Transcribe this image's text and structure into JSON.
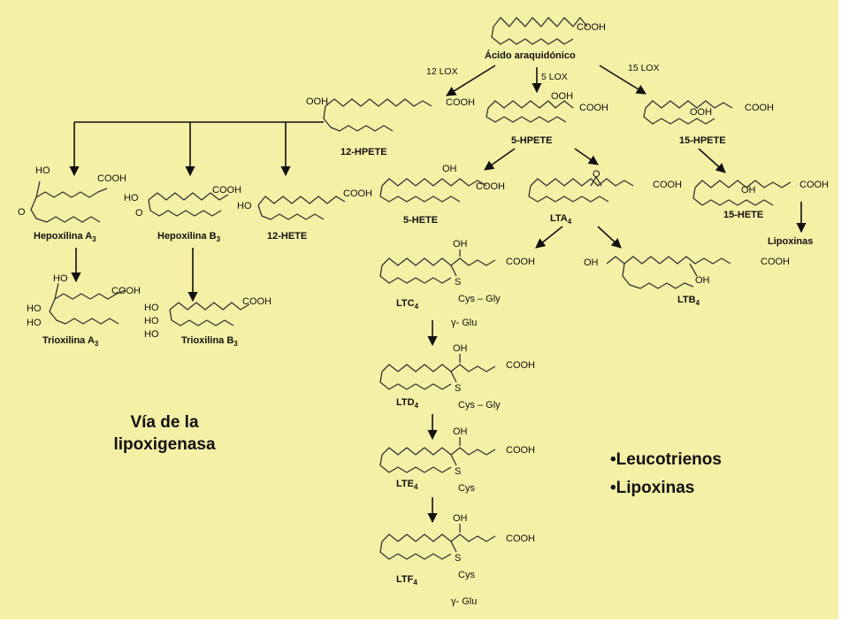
{
  "pathway_title": [
    "Vía de la",
    "lipoxigenasa"
  ],
  "bullets": [
    "Leucotrienos",
    "Lipoxinas"
  ],
  "compounds": {
    "arachidonic": "Ácido araquidónico",
    "hpete12": "12-HPETE",
    "hpete5": "5-HPETE",
    "hpete15": "15-HPETE",
    "hepoxilinA": "Hepoxilina A",
    "hepoxilinB": "Hepoxilina B",
    "hete12": "12-HETE",
    "hete5": "5-HETE",
    "lta": "LTA",
    "hete15": "15-HETE",
    "lipoxinas": "Lipoxinas",
    "trioxilinaA": "Trioxilina A",
    "trioxilinaB": "Trioxilina B",
    "ltc": "LTC",
    "ltb": "LTB",
    "ltd": "LTD",
    "lte": "LTE",
    "ltf": "LTF"
  },
  "subscripts": {
    "three": "3",
    "four": "4"
  },
  "enzymes": {
    "lox12": "12 LOX",
    "lox5": "5 LOX",
    "lox15": "15 LOX"
  },
  "groups": {
    "cooh": "COOH",
    "ooh": "OOH",
    "oh": "OH",
    "ho": "HO",
    "o": "O",
    "s": "S",
    "cys": "Cys",
    "cys_gly": "Cys – Gly",
    "glu": "γ- Glu"
  }
}
